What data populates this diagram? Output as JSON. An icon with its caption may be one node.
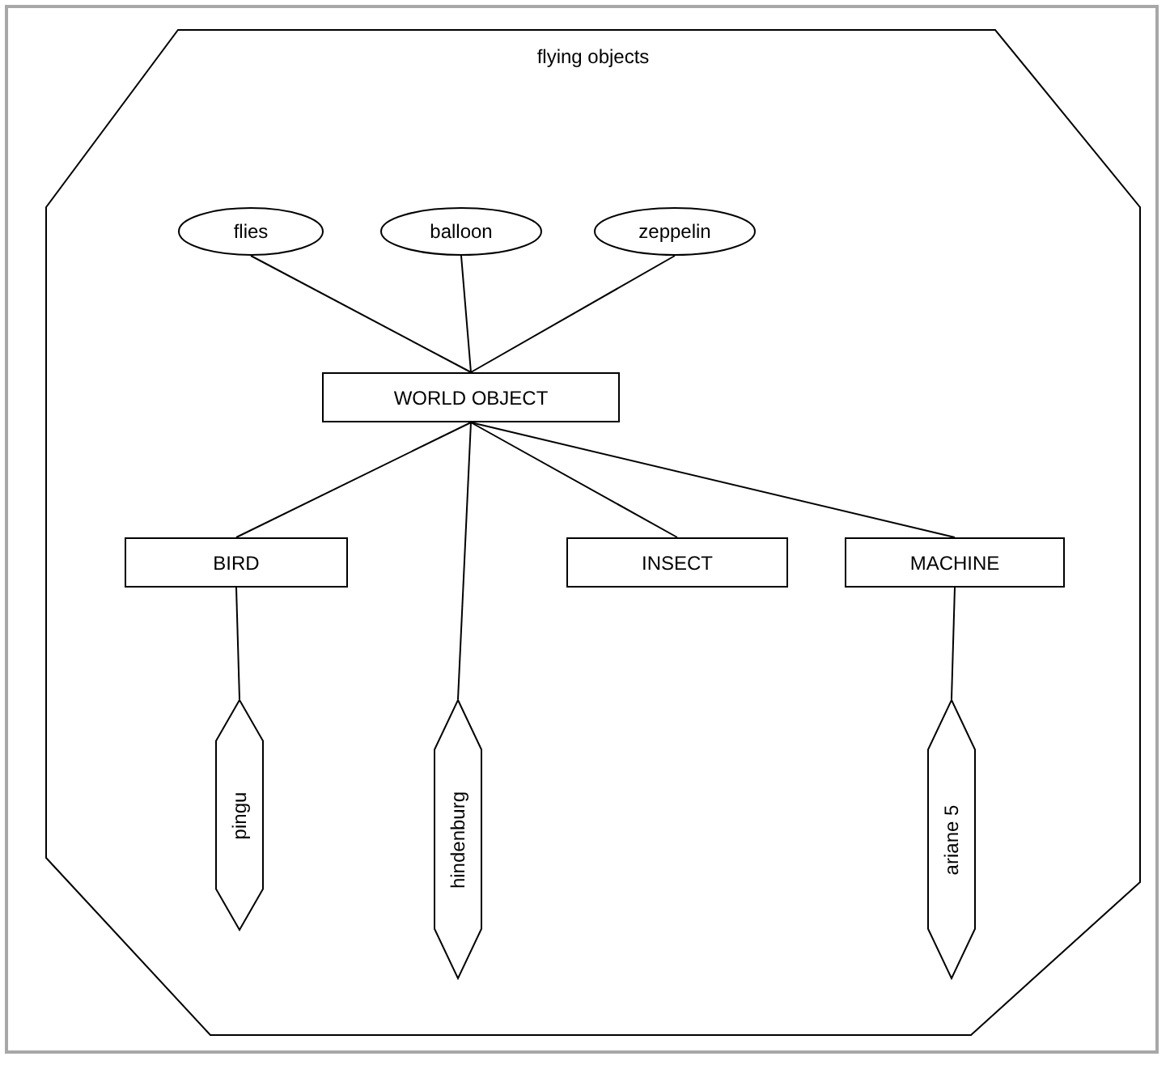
{
  "diagram": {
    "nodes": [
      {
        "text": [
          "flying objects"
        ]
      },
      {
        "text": [
          "flies"
        ],
        "in": 0
      },
      {
        "text": [
          "balloon"
        ],
        "in": 0
      },
      {
        "text": [
          "zeppelin"
        ],
        "in": 0
      },
      {
        "text": [
          "WORLD OBJECT"
        ],
        "in": 0
      },
      {
        "text": [
          "BIRD"
        ],
        "in": 0
      },
      {
        "text": [
          "INSECT"
        ],
        "in": 0
      },
      {
        "text": [
          "MACHINE"
        ],
        "in": 0
      },
      {
        "text": [
          "pingu"
        ],
        "in": 0
      },
      {
        "text": [
          "hindenburg"
        ],
        "in": 0
      },
      {
        "text": [
          "ariane 5"
        ],
        "in": 0
      }
    ],
    "edges": [
      {
        "from": 1,
        "to": 4,
        "arrow": "none"
      },
      {
        "from": 2,
        "to": 4,
        "arrow": "none"
      },
      {
        "from": 3,
        "to": 4,
        "arrow": "none"
      },
      {
        "from": 4,
        "to": 5,
        "arrow": "none"
      },
      {
        "from": 4,
        "to": 9,
        "arrow": "none"
      },
      {
        "from": 4,
        "to": 6,
        "arrow": "none"
      },
      {
        "from": 4,
        "to": 7,
        "arrow": "none"
      },
      {
        "from": 5,
        "to": 8,
        "arrow": "none"
      },
      {
        "from": 7,
        "to": 10,
        "arrow": "none"
      }
    ]
  }
}
